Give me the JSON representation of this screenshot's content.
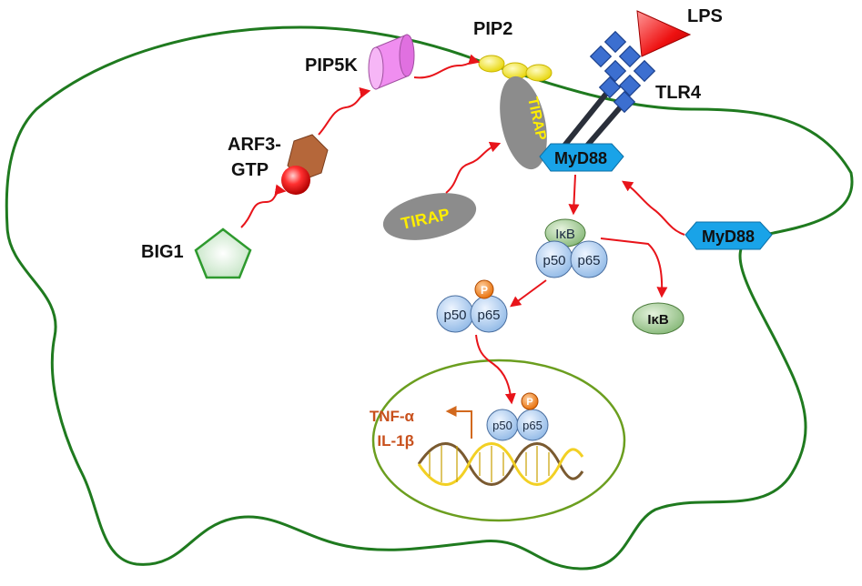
{
  "labels": {
    "lps": "LPS",
    "pip2": "PIP2",
    "pip5k": "PIP5K",
    "tlr4": "TLR4",
    "arf3_line1": "ARF3-",
    "arf3_line2": "GTP",
    "big1": "BIG1",
    "tirap_bound": "TIRAP",
    "tirap_free": "TIRAP",
    "myd88_bound": "MyD88",
    "myd88_free": "MyD88",
    "ikb_complex": "IκB",
    "ikb_free": "IκB",
    "p50": "p50",
    "p65": "p65",
    "p50_phos": "p50",
    "p65_phos": "p65",
    "p50_nuc": "p50",
    "p65_nuc": "p65",
    "phospho": "P",
    "phospho_nuc": "P",
    "tnf": "TNF-α",
    "il1b": "IL-1β"
  },
  "colors": {
    "membrane": "#1f7a1f",
    "nucleus": "#6b9e1f",
    "arrow": "#e8141a",
    "myd88": "#19a3e8",
    "tirap": "#8c8c8c",
    "tlr4": "#2f5bb7",
    "lps": "#e8141a",
    "pip5k": "#f08ef0",
    "pip2": "#f5e600",
    "arf3": "#b5673a",
    "big1": "#2e9a2e",
    "nfkb": "#a8c8ec",
    "ikb": "#8fbf7f",
    "phospho": "#f07f1a",
    "gene_text": "#c8501c"
  }
}
